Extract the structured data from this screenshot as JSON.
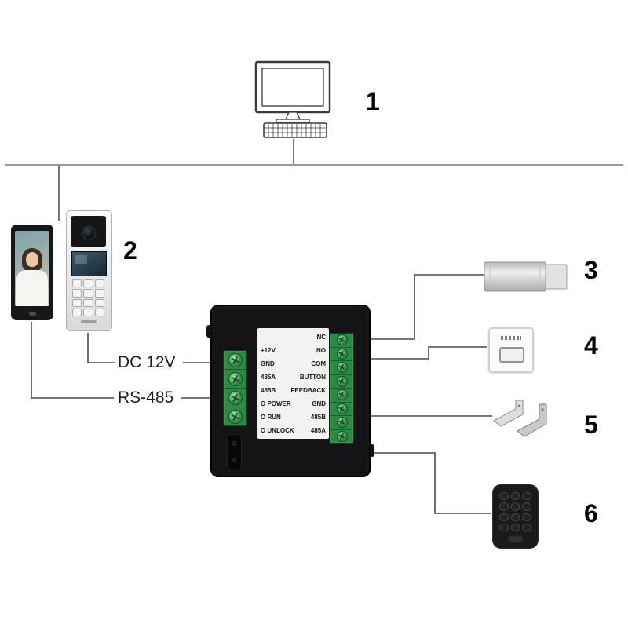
{
  "items": {
    "computer": "1",
    "intercom_stations": "2",
    "magnetic_lock": "3",
    "exit_button": "4",
    "bracket": "5",
    "keypad_reader": "6"
  },
  "wires": {
    "power": "DC 12V",
    "bus": "RS-485"
  },
  "controller": {
    "left_labels": [
      "+12V",
      "GND",
      "485A",
      "485B",
      "O POWER",
      "O RUN",
      "O UNLOCK"
    ],
    "right_labels": [
      "NC",
      "NO",
      "COM",
      "BUTTON",
      "FEEDBACK",
      "GND",
      "485B",
      "485A"
    ]
  },
  "colors": {
    "terminal_green": "#2c8a41",
    "controller_black": "#141416",
    "wire_gray": "#4a4a4a"
  }
}
